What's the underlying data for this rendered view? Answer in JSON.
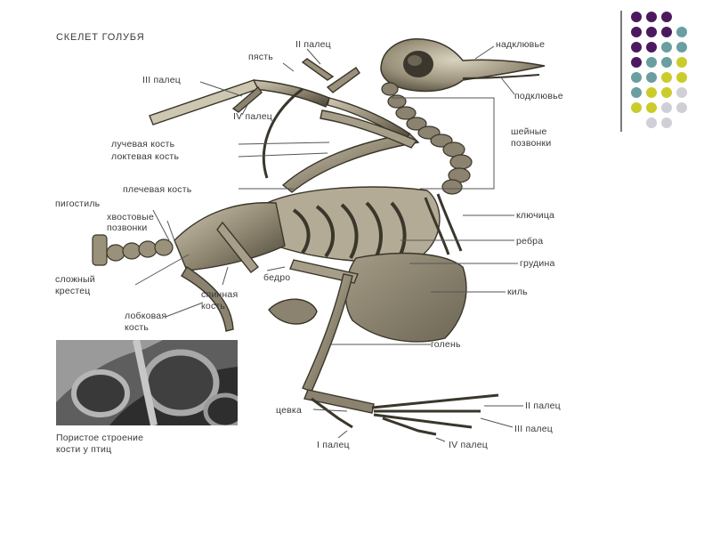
{
  "title": "СКЕЛЕТ ГОЛУБЯ",
  "labels": {
    "ii_finger_wing": "II палец",
    "metacarpus": "пясть",
    "upper_beak": "надклювье",
    "iii_finger_wing": "III палец",
    "lower_beak": "подклювье",
    "iv_finger_wing": "IV палец",
    "cervical_vertebrae_1": "шейные",
    "cervical_vertebrae_2": "позвонки",
    "radius": "лучевая кость",
    "ulna": "локтевая кость",
    "humerus": "плечевая кость",
    "pygostyle": "пигостиль",
    "caudal_vertebrae_1": "хвостовые",
    "caudal_vertebrae_2": "позвонки",
    "furcula": "ключица",
    "ribs": "ребра",
    "sternum": "грудина",
    "keel": "киль",
    "synsacrum_1": "сложный",
    "synsacrum_2": "крестец",
    "femur": "бедро",
    "spinal_bone_1": "спинная",
    "spinal_bone_2": "кость",
    "pubis_1": "лобковая",
    "pubis_2": "кость",
    "tibia": "голень",
    "tarsometatarsus": "цевка",
    "ii_toe": "II палец",
    "iii_toe": "III палец",
    "i_toe": "I палец",
    "iv_toe": "IV палец"
  },
  "inset_caption_1": "Пористое строение",
  "inset_caption_2": "кости у птиц",
  "decor_colors": {
    "purple": "#4b1a5e",
    "teal": "#6a9ea0",
    "yellow": "#c9cc2b",
    "light": "#cfcfd6",
    "bone": "#8b826f",
    "bone_dark": "#3e3a30",
    "bone_light": "#d8d2bf",
    "leader": "#555555"
  }
}
